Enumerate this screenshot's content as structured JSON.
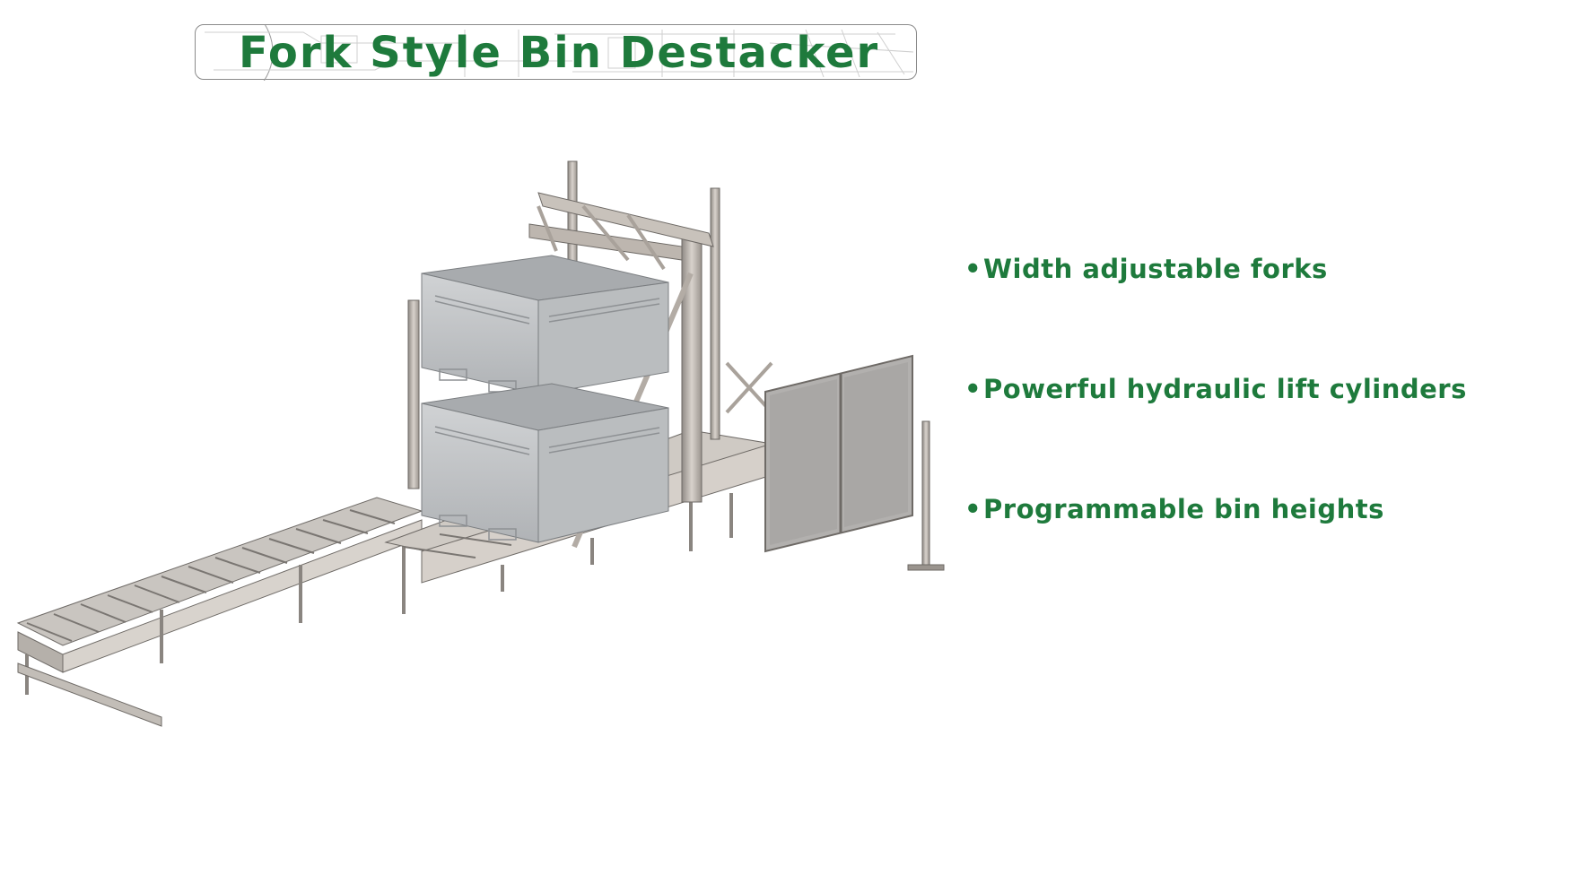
{
  "title": "Fork Style Bin Destacker",
  "features": [
    {
      "bullet": "•",
      "text": "Width adjustable forks"
    },
    {
      "bullet": "•",
      "text": "Powerful hydraulic lift cylinders"
    },
    {
      "bullet": "•",
      "text": "Programmable bin heights"
    }
  ],
  "colors": {
    "accent_green": "#1e7a3c",
    "frame_steel": "#b8b0a8",
    "bin_gray": "#c4c6c8"
  },
  "illustration": "bin-destacker-machine"
}
